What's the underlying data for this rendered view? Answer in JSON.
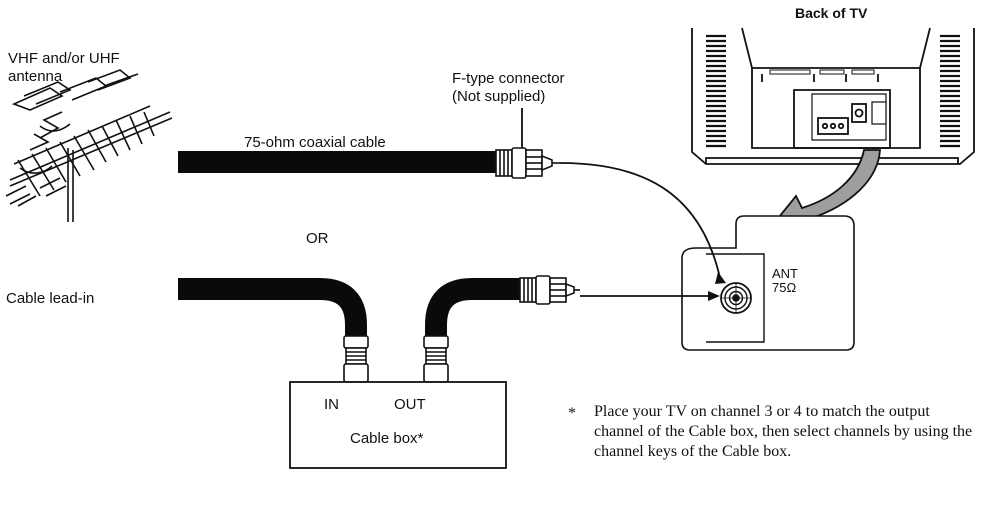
{
  "labels": {
    "back_of_tv": "Back of TV",
    "antenna": "VHF and/or UHF\nantenna",
    "connector": "F-type connector\n(Not supplied)",
    "coax_cable": "75-ohm coaxial cable",
    "or": "OR",
    "cable_lead_in": "Cable lead-in",
    "box_in": "IN",
    "box_out": "OUT",
    "cable_box": "Cable box*",
    "ant_line1": "ANT",
    "ant_line2": "75Ω"
  },
  "footnote": {
    "marker": "*",
    "text": "Place your TV on channel 3 or 4 to match the output channel of the Cable box, then select channels by using the channel keys of the Cable box."
  },
  "colors": {
    "cable": "#0a0a0a",
    "line": "#111111",
    "arrow_fill": "#9e9e9e"
  }
}
